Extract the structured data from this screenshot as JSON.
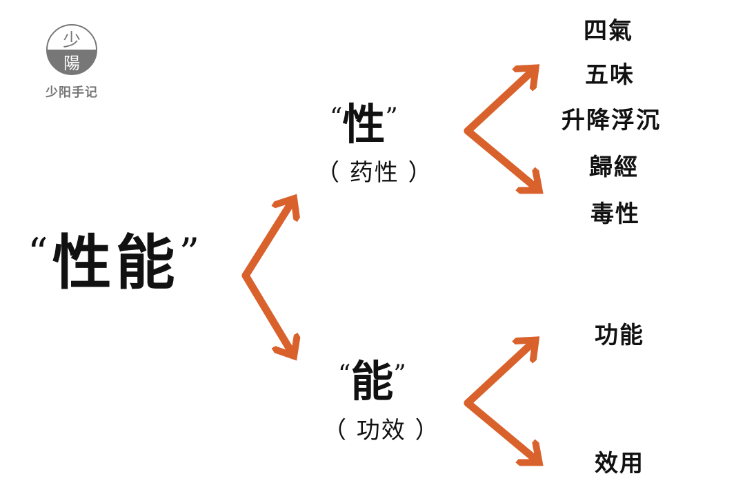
{
  "logo": {
    "glyph_top": "少",
    "glyph_bottom": "陽",
    "caption": "少阳手记"
  },
  "root": {
    "open_quote": "“",
    "label": "性能",
    "close_quote": "”"
  },
  "branches": [
    {
      "open_quote": "“",
      "label": "性",
      "close_quote": "”",
      "sub": "（ 药性 ）",
      "leaves": [
        "四氣",
        "五味",
        "升降浮沉",
        "歸經",
        "毒性"
      ]
    },
    {
      "open_quote": "“",
      "label": "能",
      "close_quote": "”",
      "sub": "（ 功效 ）",
      "leaves": [
        "功能",
        "效用"
      ]
    }
  ],
  "colors": {
    "arrow": "#d9612c",
    "text": "#111111",
    "logo_gray": "#777777"
  }
}
